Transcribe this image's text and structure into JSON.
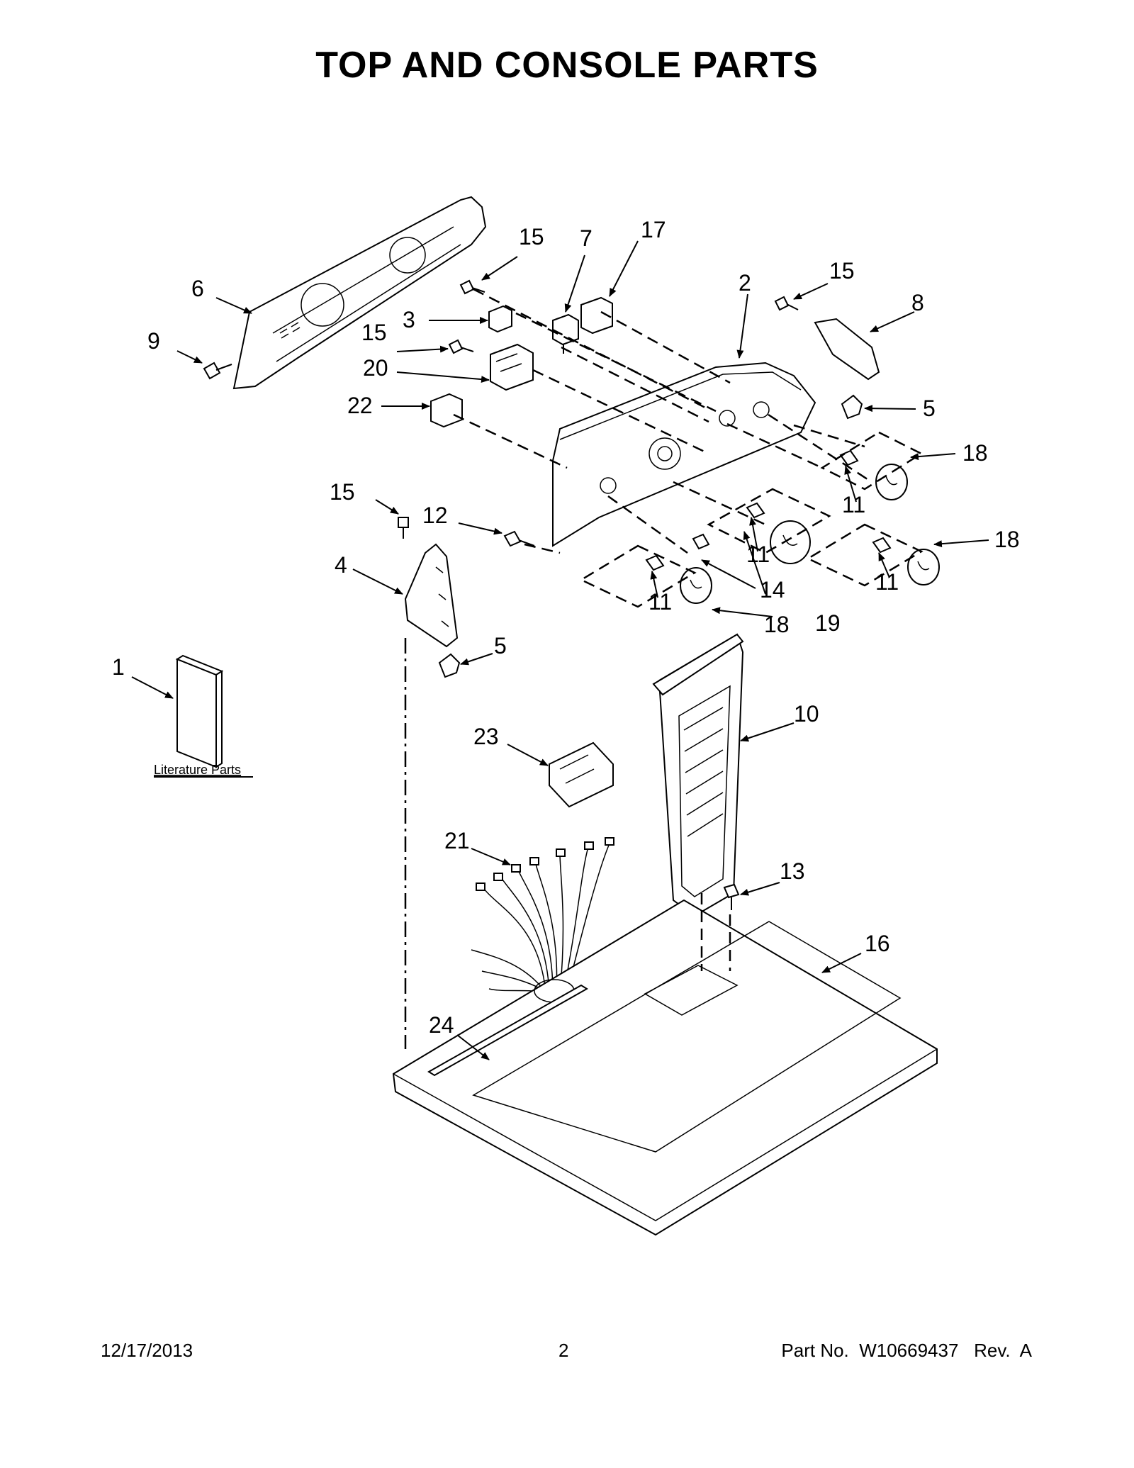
{
  "page": {
    "title": "TOP AND CONSOLE PARTS",
    "literature_label": "Literature Parts"
  },
  "callouts": {
    "p1": "1",
    "p2": "2",
    "p3": "3",
    "p4": "4",
    "p5a": "5",
    "p5b": "5",
    "p6": "6",
    "p7": "7",
    "p8": "8",
    "p9": "9",
    "p10": "10",
    "p11a": "11",
    "p11b": "11",
    "p11c": "11",
    "p11d": "11",
    "p12": "12",
    "p13": "13",
    "p14": "14",
    "p15a": "15",
    "p15b": "15",
    "p15c": "15",
    "p15d": "15",
    "p16": "16",
    "p17": "17",
    "p18a": "18",
    "p18b": "18",
    "p18c": "18",
    "p19": "19",
    "p20": "20",
    "p21": "21",
    "p22": "22",
    "p23": "23",
    "p24": "24"
  },
  "footer": {
    "date": "12/17/2013",
    "page_number": "2",
    "part_number": "Part No.  W10669437   Rev.  A"
  }
}
